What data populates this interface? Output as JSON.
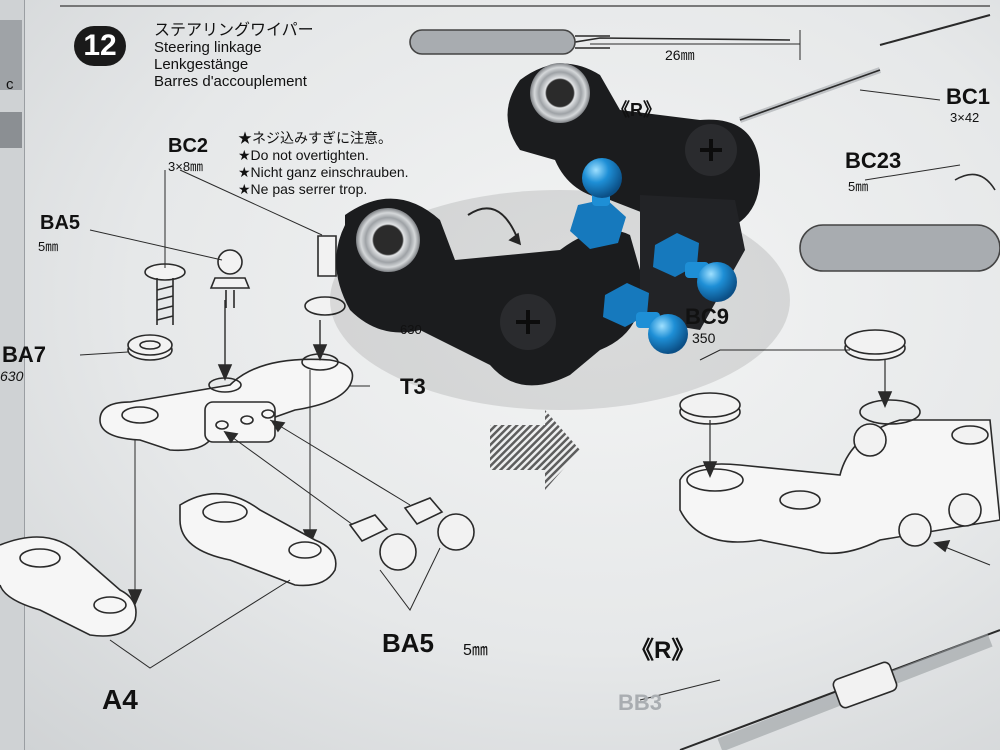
{
  "step": {
    "number": "12",
    "title_jp": "ステアリングワイパー",
    "title_en": "Steering linkage",
    "title_de": "Lenkgestänge",
    "title_fr": "Barres d'accouplement"
  },
  "notes": [
    "★ネジ込みすぎに注意。",
    "★Do not overtighten.",
    "★Nicht ganz einschrauben.",
    "★Ne pas serrer trop."
  ],
  "edge_fragment": "c",
  "parts": {
    "bc2": {
      "code": "BC2",
      "size": "3×8㎜"
    },
    "ba5_top": {
      "code": "BA5",
      "size": "5㎜"
    },
    "ba7": {
      "code": "BA7",
      "size": "630"
    },
    "t3": {
      "code": "T3"
    },
    "ba5_bottom": {
      "code": "BA5",
      "size": "5㎜"
    },
    "a4": {
      "code": "A4"
    },
    "bc9": {
      "code": "BC9",
      "size": "350"
    },
    "bc23": {
      "code": "BC23",
      "size": "5㎜"
    },
    "bc1x": {
      "code": "BC1",
      "size": "3×42"
    },
    "dim_26": "26㎜",
    "r_top": "《R》",
    "r_bottom": "《R》",
    "hidden_630": "630",
    "bb3": "BB3"
  },
  "colors": {
    "paper": "#e8eaeb",
    "ink": "#111111",
    "part_black": "#1b1c1e",
    "anodized_blue": "#1e8fd6",
    "bearing_steel": "#b8bcc0"
  }
}
